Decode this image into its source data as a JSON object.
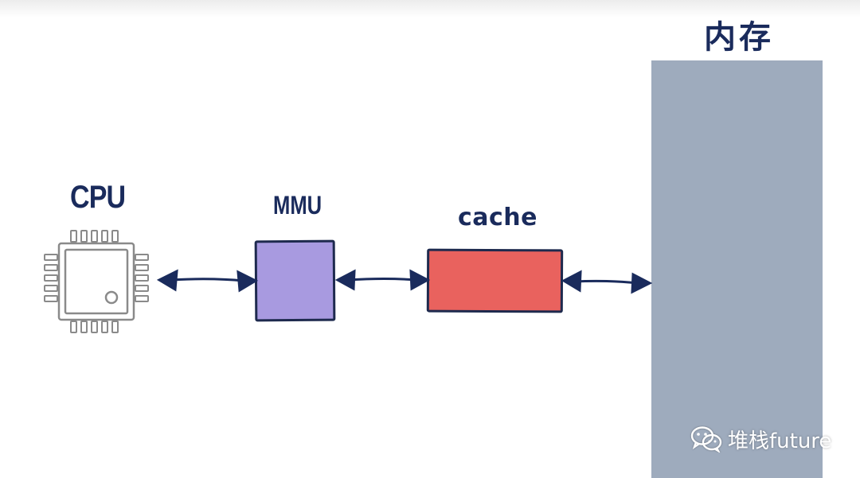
{
  "diagram": {
    "cpu": {
      "label": "CPU",
      "icon": "cpu-chip-icon"
    },
    "mmu": {
      "label": "MMU",
      "fill": "#a89ae0"
    },
    "cache": {
      "label": "cache",
      "fill": "#e9625e"
    },
    "memory": {
      "label": "内存",
      "fill": "#9eabbd"
    },
    "connector_color": "#1a2b5c",
    "connections": [
      {
        "from": "CPU",
        "to": "MMU",
        "type": "bidirectional"
      },
      {
        "from": "MMU",
        "to": "cache",
        "type": "bidirectional"
      },
      {
        "from": "cache",
        "to": "内存",
        "type": "bidirectional"
      }
    ]
  },
  "watermark": {
    "text": "堆栈future",
    "icon": "wechat-icon"
  }
}
